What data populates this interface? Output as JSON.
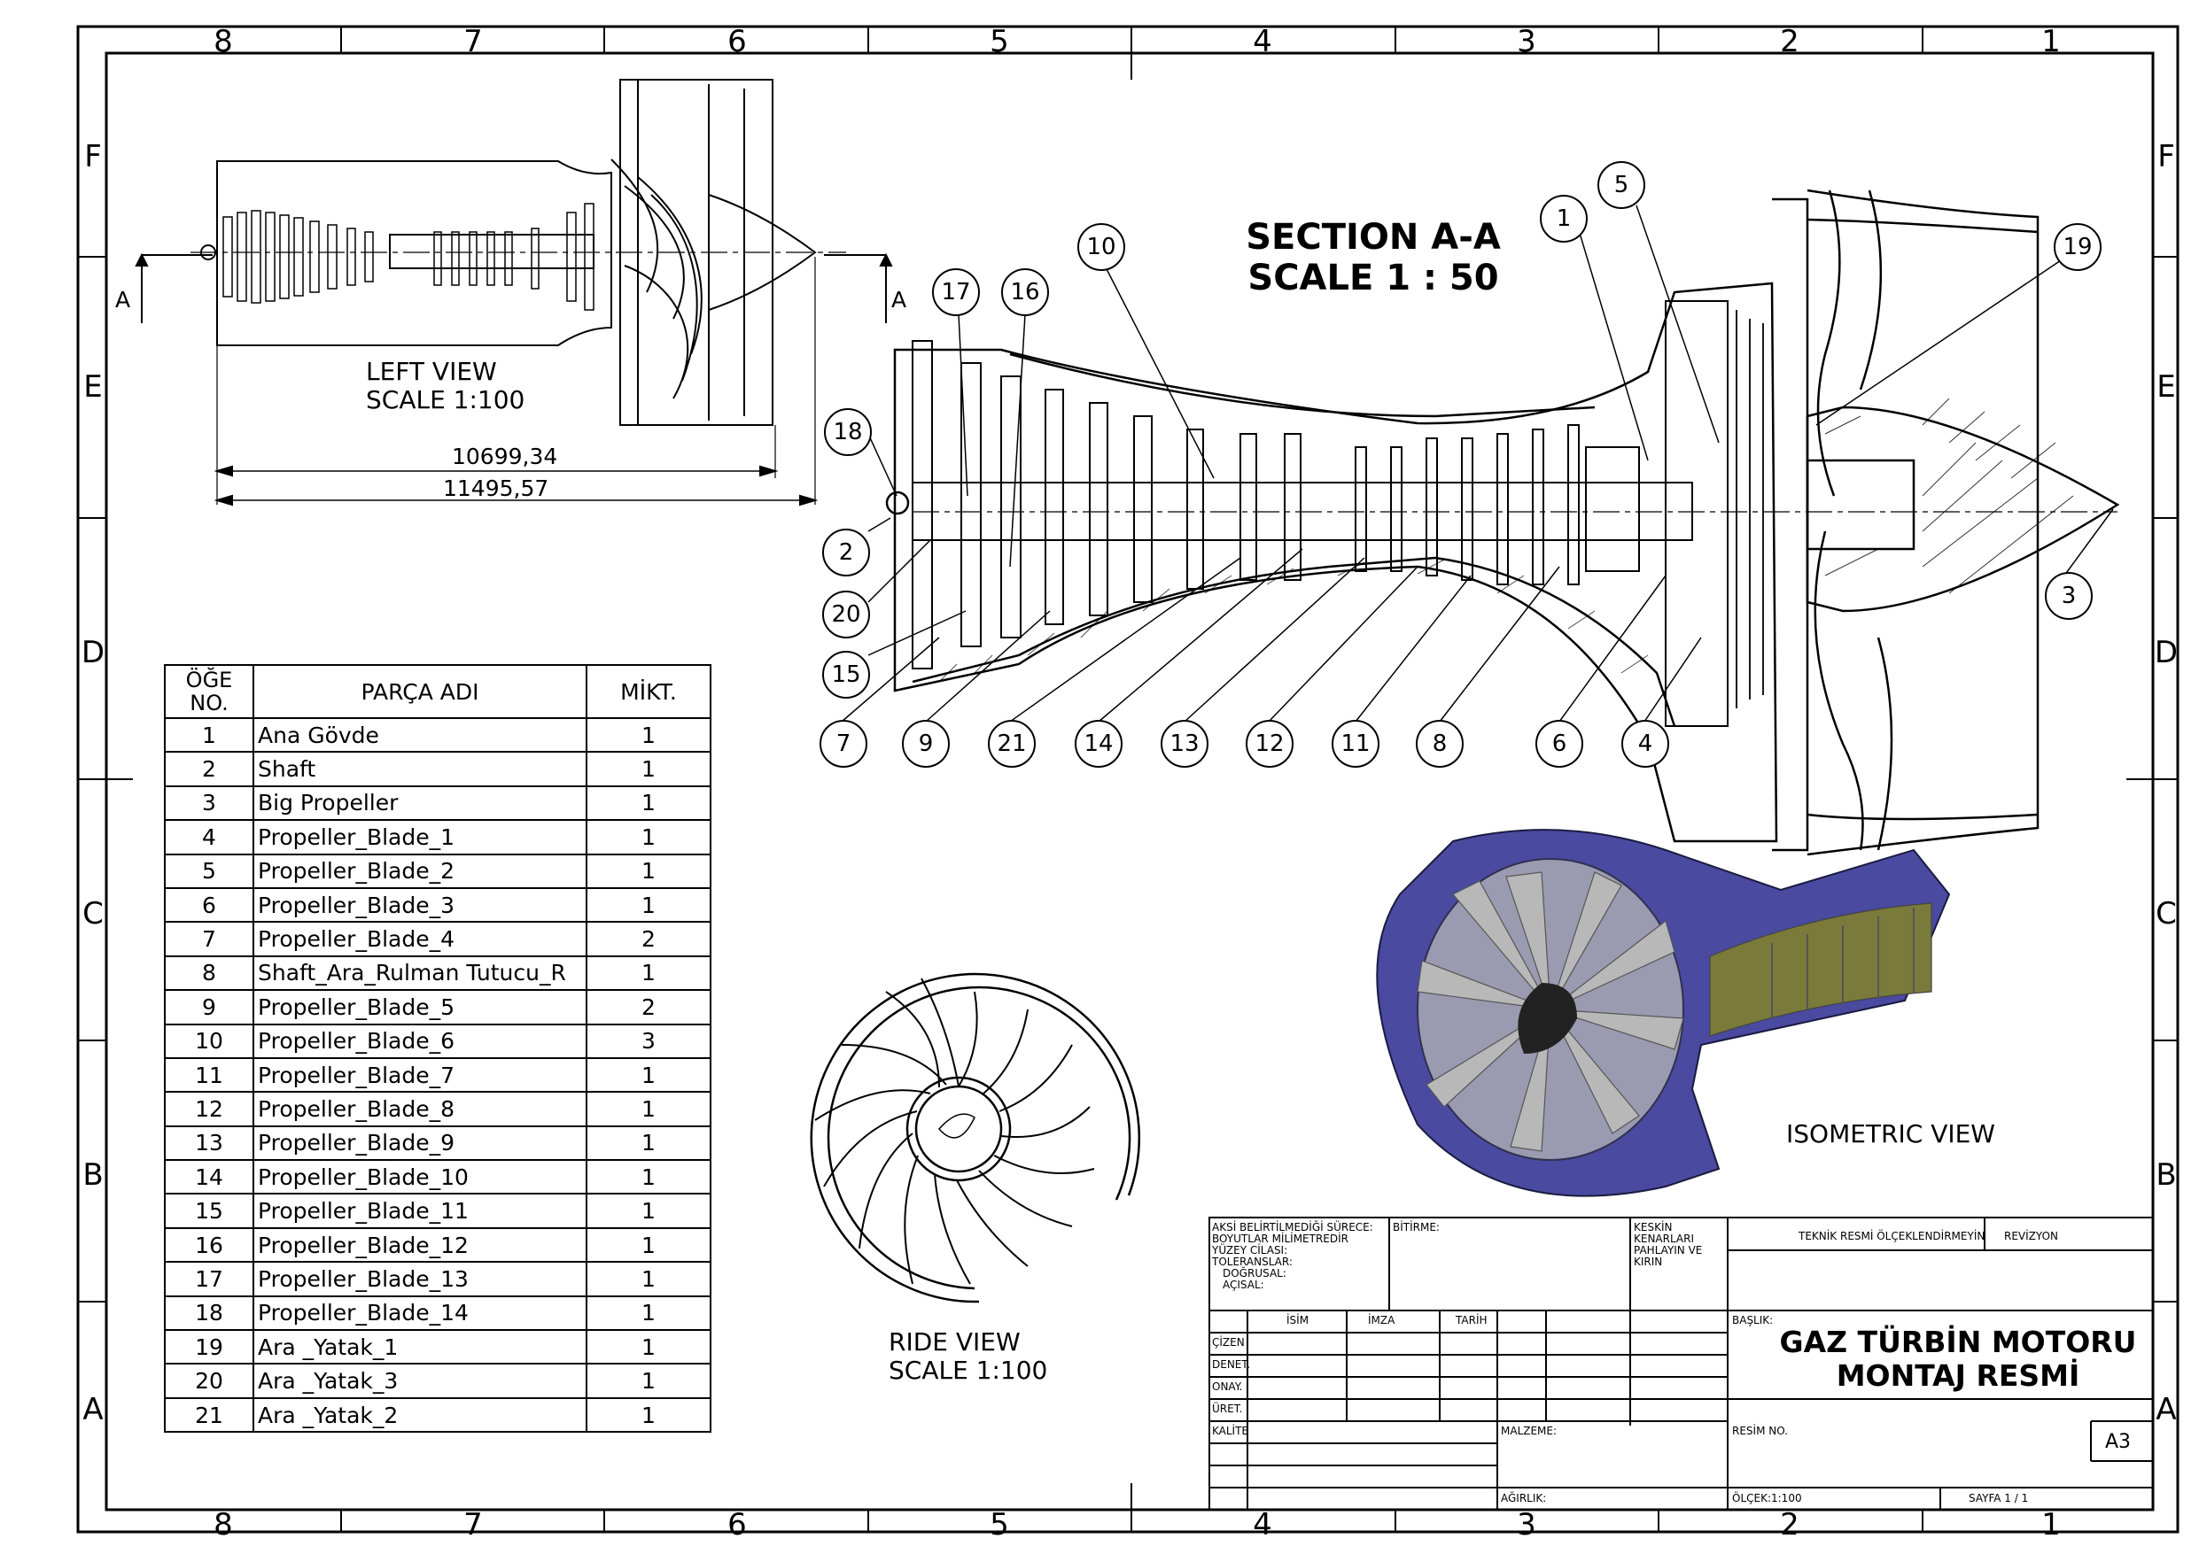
{
  "zones": {
    "columns": [
      "8",
      "7",
      "6",
      "5",
      "4",
      "3",
      "2",
      "1"
    ],
    "rows": [
      "F",
      "E",
      "D",
      "C",
      "B",
      "A"
    ]
  },
  "section_view": {
    "title_line1": "SECTION A-A",
    "title_line2": "SCALE 1 : 50",
    "balloons": [
      "1",
      "2",
      "3",
      "4",
      "5",
      "6",
      "7",
      "8",
      "9",
      "10",
      "11",
      "12",
      "13",
      "14",
      "15",
      "16",
      "17",
      "18",
      "19",
      "20",
      "21"
    ]
  },
  "left_view": {
    "label_line1": "LEFT VIEW",
    "label_line2": "SCALE 1:100",
    "dim_inner": "10699,34",
    "dim_outer": "11495,57",
    "section_marker": "A"
  },
  "ride_view": {
    "label_line1": "RIDE VIEW",
    "label_line2": "SCALE 1:100"
  },
  "isometric_view": {
    "label": "ISOMETRIC VIEW"
  },
  "bom": {
    "header_no_line1": "ÖĞE",
    "header_no_line2": "NO.",
    "header_name": "PARÇA ADI",
    "header_qty": "MİKT.",
    "rows": [
      {
        "no": "1",
        "name": "Ana Gövde",
        "qty": "1"
      },
      {
        "no": "2",
        "name": "Shaft",
        "qty": "1"
      },
      {
        "no": "3",
        "name": "Big Propeller",
        "qty": "1"
      },
      {
        "no": "4",
        "name": "Propeller_Blade_1",
        "qty": "1"
      },
      {
        "no": "5",
        "name": "Propeller_Blade_2",
        "qty": "1"
      },
      {
        "no": "6",
        "name": "Propeller_Blade_3",
        "qty": "1"
      },
      {
        "no": "7",
        "name": "Propeller_Blade_4",
        "qty": "2"
      },
      {
        "no": "8",
        "name": "Shaft_Ara_Rulman Tutucu_R",
        "qty": "1"
      },
      {
        "no": "9",
        "name": "Propeller_Blade_5",
        "qty": "2"
      },
      {
        "no": "10",
        "name": "Propeller_Blade_6",
        "qty": "3"
      },
      {
        "no": "11",
        "name": "Propeller_Blade_7",
        "qty": "1"
      },
      {
        "no": "12",
        "name": "Propeller_Blade_8",
        "qty": "1"
      },
      {
        "no": "13",
        "name": "Propeller_Blade_9",
        "qty": "1"
      },
      {
        "no": "14",
        "name": "Propeller_Blade_10",
        "qty": "1"
      },
      {
        "no": "15",
        "name": "Propeller_Blade_11",
        "qty": "1"
      },
      {
        "no": "16",
        "name": "Propeller_Blade_12",
        "qty": "1"
      },
      {
        "no": "17",
        "name": "Propeller_Blade_13",
        "qty": "1"
      },
      {
        "no": "18",
        "name": "Propeller_Blade_14",
        "qty": "1"
      },
      {
        "no": "19",
        "name": "Ara _Yatak_1",
        "qty": "1"
      },
      {
        "no": "20",
        "name": "Ara _Yatak_3",
        "qty": "1"
      },
      {
        "no": "21",
        "name": "Ara _Yatak_2",
        "qty": "1"
      }
    ]
  },
  "title_block": {
    "notes": [
      "AKSİ BELİRTİLMEDİĞİ SÜRECE:",
      "BOYUTLAR MİLİMETREDİR",
      "YÜZEY CİLASI:",
      "TOLERANSLAR:",
      "DOĞRUSAL:",
      "AÇISAL:"
    ],
    "finish": "BİTİRME:",
    "edges": [
      "KESKİN KENARLARI",
      "PAHLAYIN VE",
      "KIRIN"
    ],
    "no_scale": "TEKNİK RESMİ ÖLÇEKLENDİRMEYİN",
    "revision": "REVİZYON",
    "col_name": "İSİM",
    "col_sign": "İMZA",
    "col_date": "TARİH",
    "roles": [
      "ÇİZEN",
      "DENET.",
      "ONAY.",
      "ÜRET.",
      "KALİTE"
    ],
    "title_label": "BAŞLIK:",
    "title_line1": "GAZ TÜRBİN MOTORU",
    "title_line2": "MONTAJ RESMİ",
    "material": "MALZEME:",
    "drawing_no": "RESİM NO.",
    "size": "A3",
    "weight": "AĞIRLIK:",
    "scale": "ÖLÇEK:1:100",
    "sheet": "SAYFA 1 / 1"
  },
  "colors": {
    "line": "#000000",
    "iso_body": "#4a4aa0",
    "iso_blade": "#b8b8b8",
    "iso_compressor": "#7a7a3a"
  }
}
